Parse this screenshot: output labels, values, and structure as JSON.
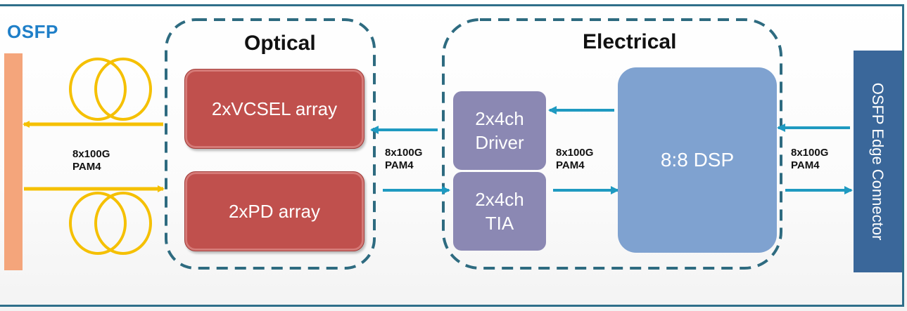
{
  "osfp_label": "OSFP",
  "optical": {
    "title": "Optical",
    "tx_block": "2xVCSEL array",
    "rx_block": "2xPD array"
  },
  "electrical": {
    "title": "Electrical",
    "driver_line1": "2x4ch",
    "driver_line2": "Driver",
    "tia_line1": "2x4ch",
    "tia_line2": "TIA",
    "dsp": "8:8 DSP"
  },
  "edge_connector": "OSFP Edge Connector",
  "rates": [
    {
      "line1": "8x100G",
      "line2": "PAM4"
    },
    {
      "line1": "8x100G",
      "line2": "PAM4"
    },
    {
      "line1": "8x100G",
      "line2": "PAM4"
    },
    {
      "line1": "8x100G",
      "line2": "PAM4"
    }
  ],
  "colors": {
    "frame": "#2f6f8a",
    "osfp_title": "#1f7fc8",
    "osfp_bar": "#f4a57b",
    "optical_blocks": "#c0504d",
    "electrical_ics": "#8b88b3",
    "dsp": "#7fa2d0",
    "edge_connector": "#3a679a",
    "fiber": "#f5c000",
    "signal_arrows": "#1f9ac1",
    "dashed_outline": "#2e6b80"
  }
}
